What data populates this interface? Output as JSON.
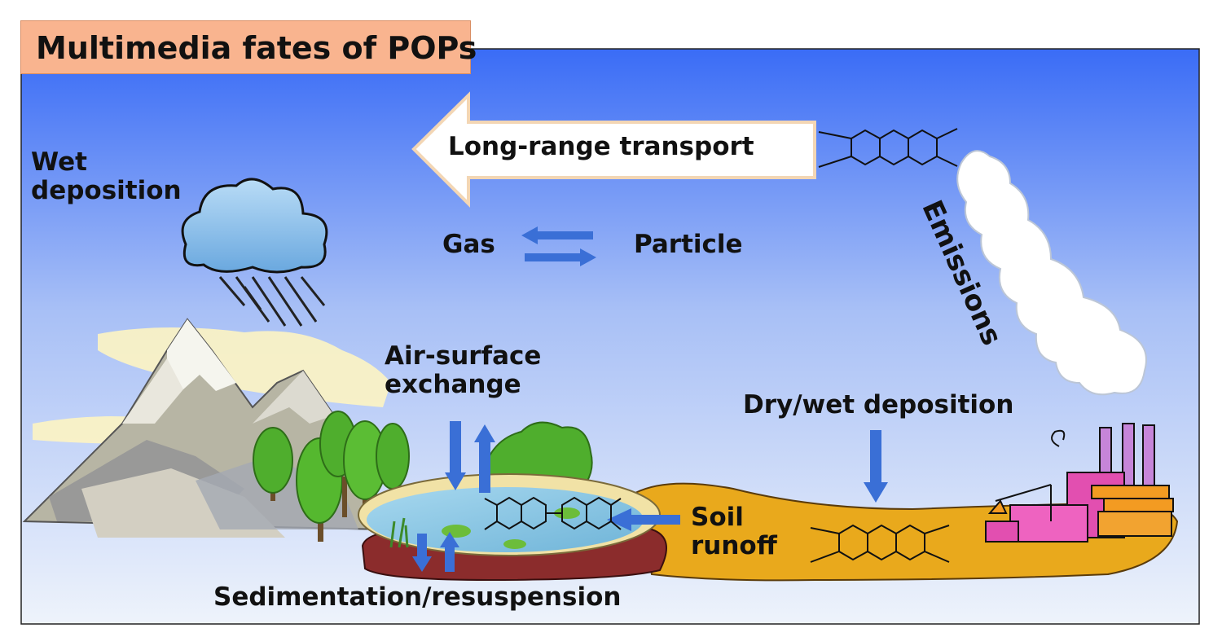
{
  "title": "Multimedia fates of POPs",
  "labels": {
    "wet_deposition": "Wet\ndeposition",
    "long_range_transport": "Long-range transport",
    "gas": "Gas",
    "particle": "Particle",
    "emissions": "Emissions",
    "air_surface_exchange": "Air-surface\nexchange",
    "dry_wet_deposition": "Dry/wet deposition",
    "soil_runoff": "Soil\nrunoff",
    "sedimentation": "Sedimentation/resuspension"
  },
  "colors": {
    "sky_top": "#3a6cf6",
    "sky_bottom": "#eef3fb",
    "title_fill": "#f9b48f",
    "arrow_blue": "#3a6fd6",
    "soil": "#e9a91c",
    "sediment": "#8b2c2c",
    "water": "#8ec9e6"
  }
}
